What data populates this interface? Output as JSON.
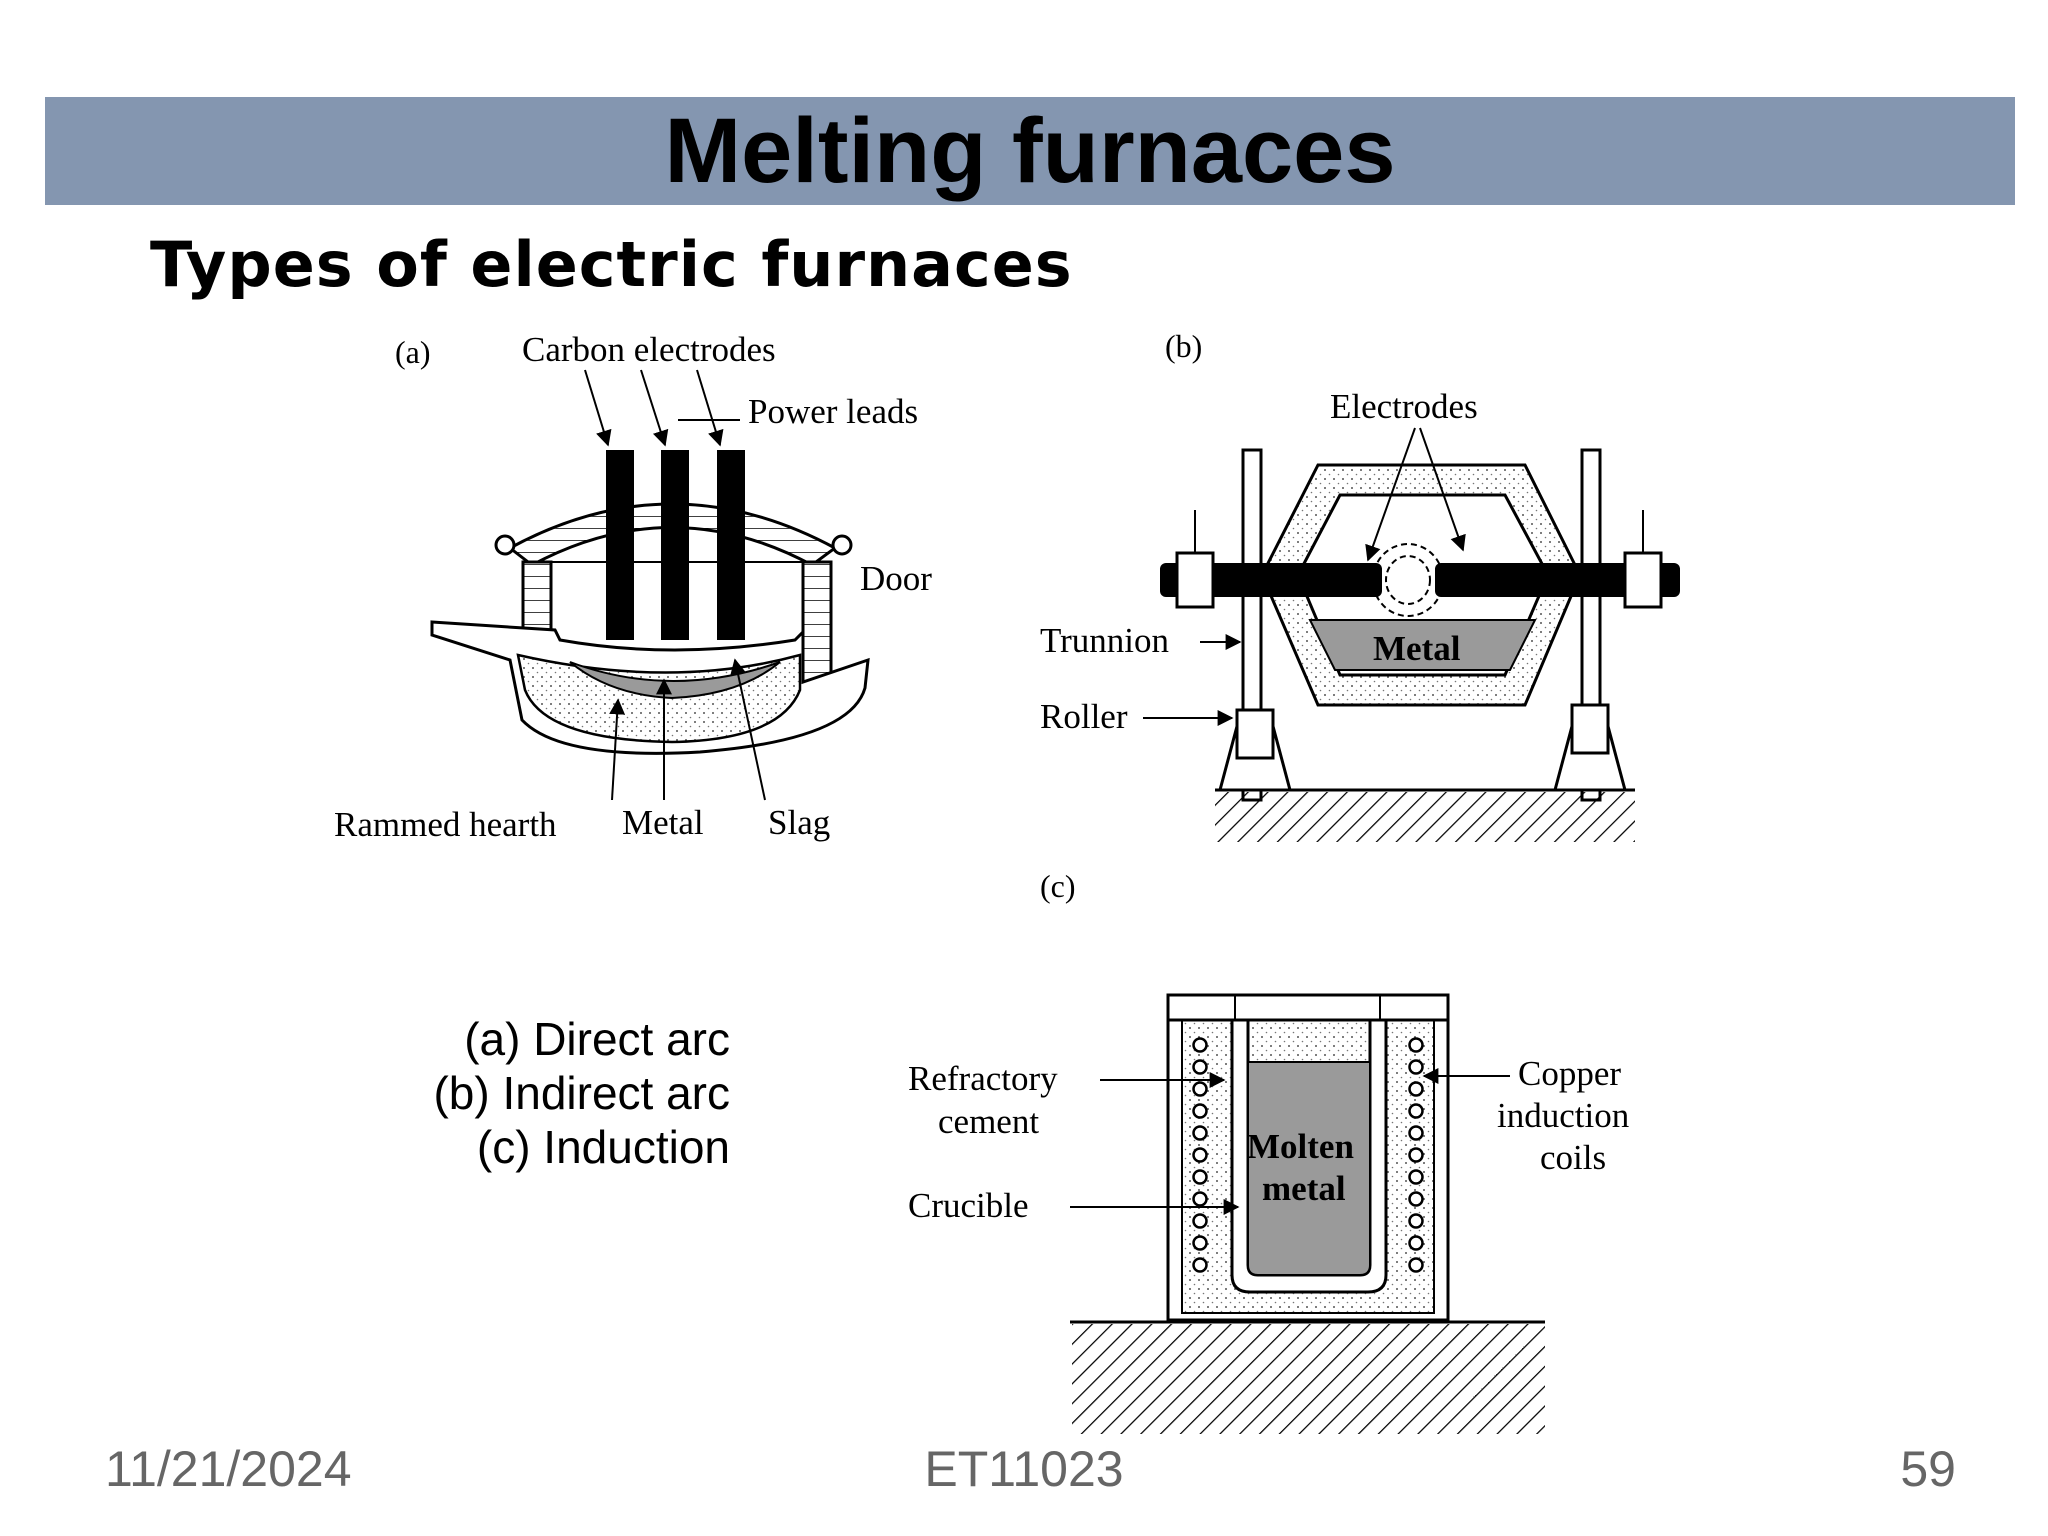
{
  "slide": {
    "title": "Melting furnaces",
    "subtitle": "Types of electric furnaces"
  },
  "diagram_a": {
    "panel_label": "(a)",
    "carbon_electrodes": "Carbon electrodes",
    "power_leads": "Power leads",
    "door": "Door",
    "rammed_hearth": "Rammed hearth",
    "metal": "Metal",
    "slag": "Slag"
  },
  "diagram_b": {
    "panel_label": "(b)",
    "electrodes": "Electrodes",
    "trunnion": "Trunnion",
    "roller": "Roller",
    "metal": "Metal"
  },
  "diagram_c": {
    "panel_label": "(c)",
    "refractory_line1": "Refractory",
    "refractory_line2": "cement",
    "crucible": "Crucible",
    "molten_line1": "Molten",
    "molten_line2": "metal",
    "copper_line1": "Copper",
    "copper_line2": "induction",
    "copper_line3": "coils"
  },
  "legend": {
    "a": "(a) Direct arc",
    "b": "(b) Indirect arc",
    "c": "(c) Induction"
  },
  "footer": {
    "date": "11/21/2024",
    "course": "ET11023",
    "page": "59"
  }
}
